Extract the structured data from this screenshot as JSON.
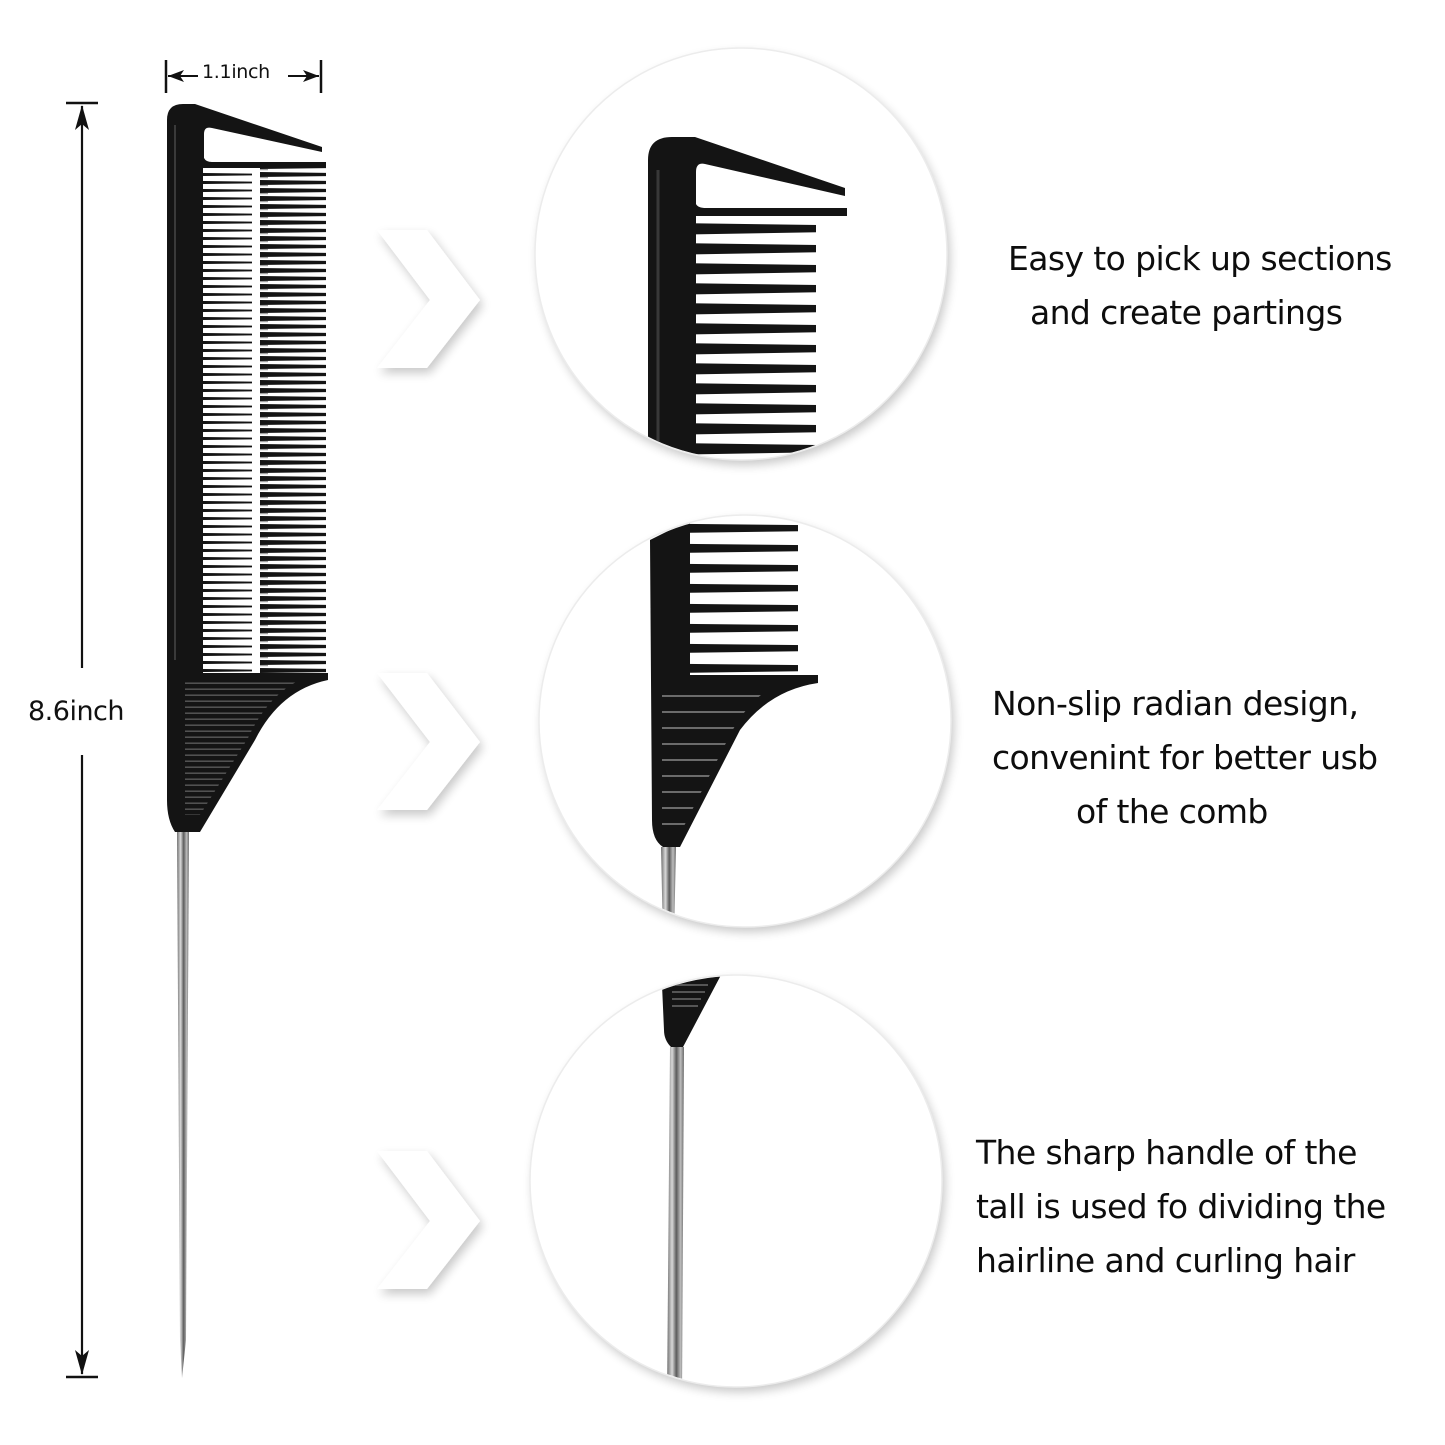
{
  "dimensions": {
    "width_label": "1.1inch",
    "height_label": "8.6inch"
  },
  "features": [
    {
      "lines": [
        "Easy to pick up sections",
        "and create partings"
      ],
      "zoom_view": "comb-top"
    },
    {
      "lines": [
        "Non-slip radian design,",
        "convenint for better usb",
        "of the comb"
      ],
      "zoom_view": "comb-handle"
    },
    {
      "lines": [
        "The sharp handle of the",
        "tall is used fo dividing the",
        "hairline and curling hair"
      ],
      "zoom_view": "steel-pin-tail"
    }
  ],
  "icons": {
    "arrow": "chevron-right-icon"
  },
  "colors": {
    "background": "#ffffff",
    "comb_black": "#141414",
    "tooth_highlight": "#5a5a5a",
    "steel": "#9a9a9a",
    "circle_shadow": "#d8d8d8",
    "text": "#0d0d0d"
  }
}
